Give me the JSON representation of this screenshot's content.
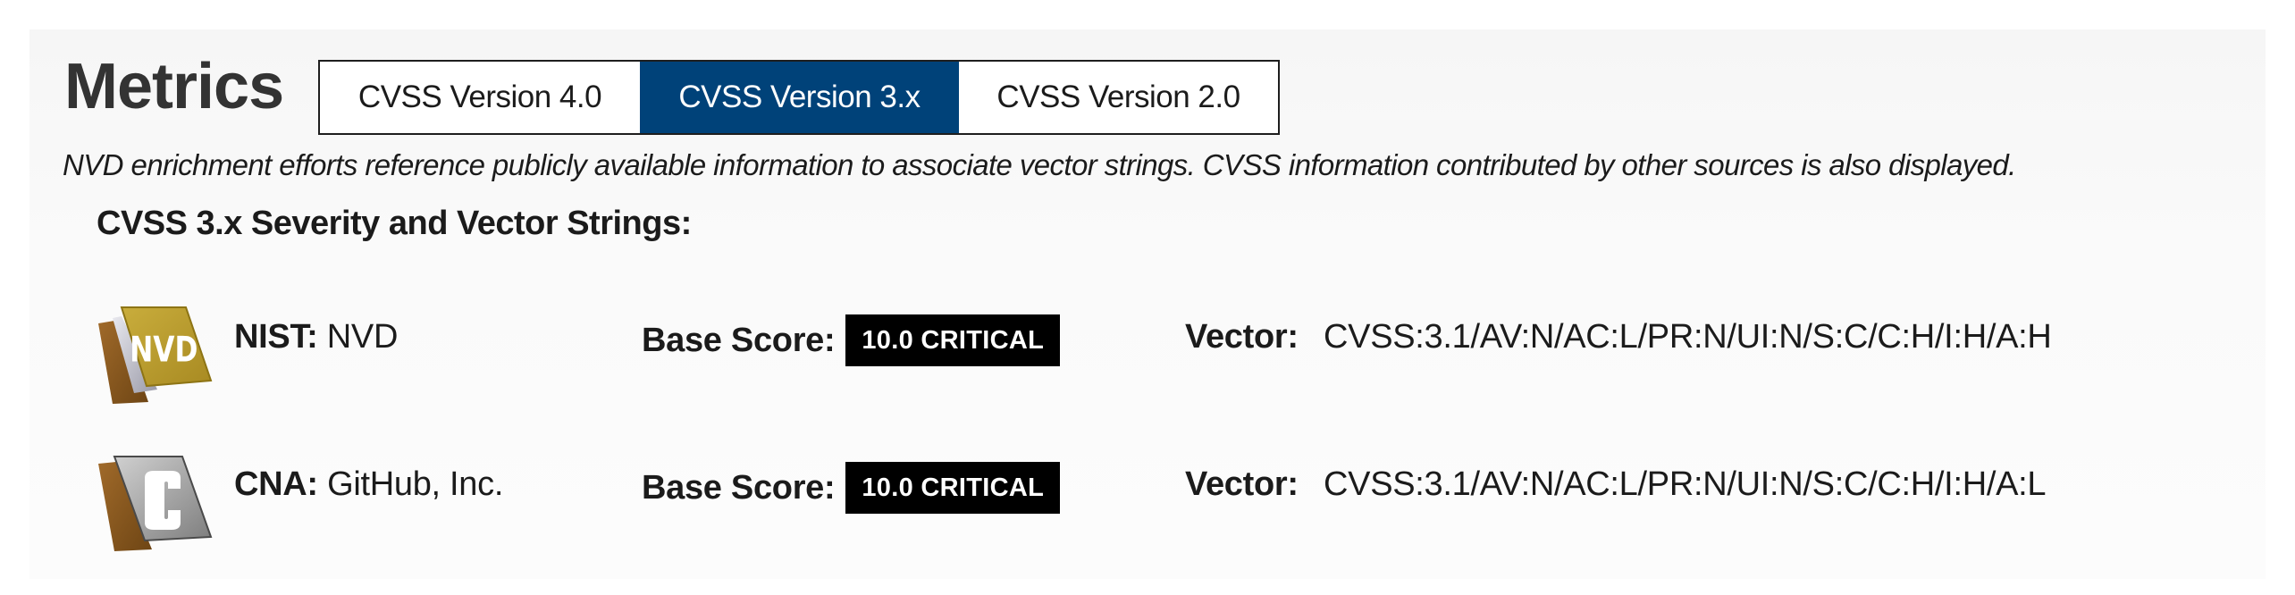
{
  "section": {
    "title": "Metrics",
    "tabs": [
      {
        "label": "CVSS Version 4.0",
        "active": false
      },
      {
        "label": "CVSS Version 3.x",
        "active": true
      },
      {
        "label": "CVSS Version 2.0",
        "active": false
      }
    ],
    "note": "NVD enrichment efforts reference publicly available information to associate vector strings. CVSS information contributed by other sources is also displayed.",
    "subheading": "CVSS 3.x Severity and Vector Strings:"
  },
  "rows": [
    {
      "icon": "nvd-logo-icon",
      "source_label": "NIST:",
      "source_value": "NVD",
      "score_label": "Base Score:",
      "score_badge": "10.0 CRITICAL",
      "vector_label": "Vector:",
      "vector_value": "CVSS:3.1/AV:N/AC:L/PR:N/UI:N/S:C/C:H/I:H/A:H"
    },
    {
      "icon": "cna-logo-icon",
      "source_label": "CNA:",
      "source_value": "GitHub, Inc.",
      "score_label": "Base Score:",
      "score_badge": "10.0 CRITICAL",
      "vector_label": "Vector:",
      "vector_value": "CVSS:3.1/AV:N/AC:L/PR:N/UI:N/S:C/C:H/I:H/A:L"
    }
  ],
  "colors": {
    "active_tab": "#004279",
    "badge_critical": "#000000",
    "nvd_gold": "#b89a2e",
    "cna_gray": "#8a8a8a",
    "logo_bronze": "#8a5a1e"
  }
}
